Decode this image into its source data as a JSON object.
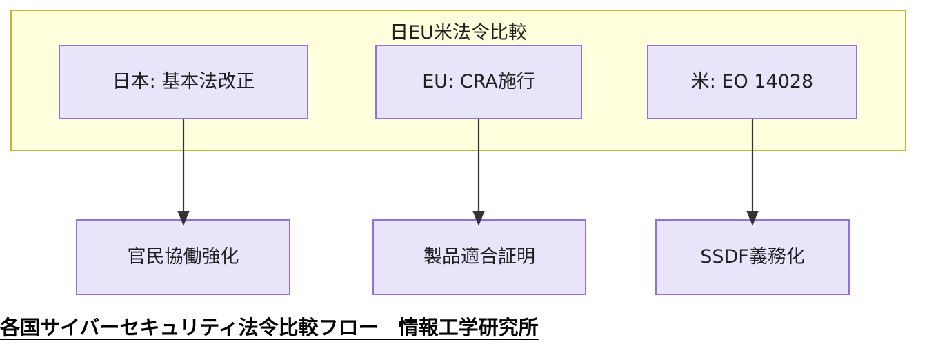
{
  "diagram": {
    "type": "flowchart",
    "direction": "top-to-bottom",
    "subgraph": {
      "title": "日EU米法令比較",
      "fill_color": "#ffffdd",
      "border_color": "#bbbb33"
    },
    "node_style": {
      "fill_color": "#e8e5fa",
      "border_color": "#9370db",
      "text_color": "#1f1f1f"
    },
    "edge_color": "#333333",
    "nodes": [
      {
        "id": "jp",
        "label": "日本: 基本法改正",
        "row": "top",
        "column": 1
      },
      {
        "id": "eu",
        "label": "EU: CRA施行",
        "row": "top",
        "column": 2
      },
      {
        "id": "us",
        "label": "米: EO 14028",
        "row": "top",
        "column": 3
      },
      {
        "id": "ppp",
        "label": "官民協働強化",
        "row": "bottom",
        "column": 1
      },
      {
        "id": "conf",
        "label": "製品適合証明",
        "row": "bottom",
        "column": 2
      },
      {
        "id": "ssdf",
        "label": "SSDF義務化",
        "row": "bottom",
        "column": 3
      }
    ],
    "edges": [
      {
        "from": "jp",
        "to": "ppp",
        "arrow": "down",
        "label": ""
      },
      {
        "from": "eu",
        "to": "conf",
        "arrow": "down",
        "label": ""
      },
      {
        "from": "us",
        "to": "ssdf",
        "arrow": "down",
        "label": ""
      }
    ]
  },
  "caption": {
    "text": "各国サイバーセキュリティ法令比較フロー　情報工学研究所"
  }
}
